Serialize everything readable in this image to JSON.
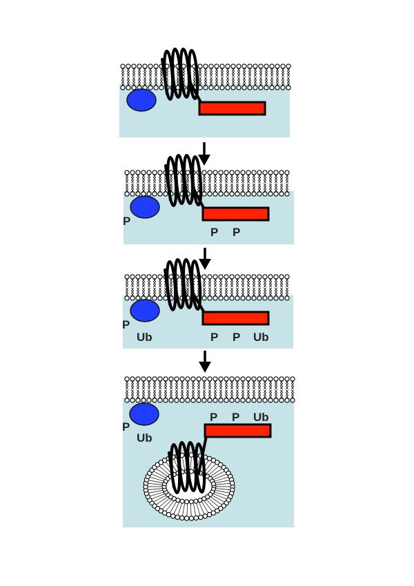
{
  "colors": {
    "cytoplasm": "#c6e4e8",
    "membrane_head_fill": "#ffffff",
    "membrane_stroke": "#000000",
    "protein_blue": "#1f3cff",
    "kinase_domain_red": "#ff2200",
    "helix": "#000000"
  },
  "panels": [
    {
      "blue_labels": [],
      "red_labels": []
    },
    {
      "blue_labels": [
        "P"
      ],
      "red_labels": [
        "P",
        "P"
      ]
    },
    {
      "blue_labels": [
        "P",
        "Ub"
      ],
      "red_labels": [
        "P",
        "P",
        "Ub"
      ]
    },
    {
      "blue_labels": [
        "P",
        "Ub"
      ],
      "red_labels": [
        "P",
        "P",
        "Ub"
      ]
    }
  ],
  "arrows": {
    "count": 3,
    "icon": "down-arrow-icon"
  }
}
